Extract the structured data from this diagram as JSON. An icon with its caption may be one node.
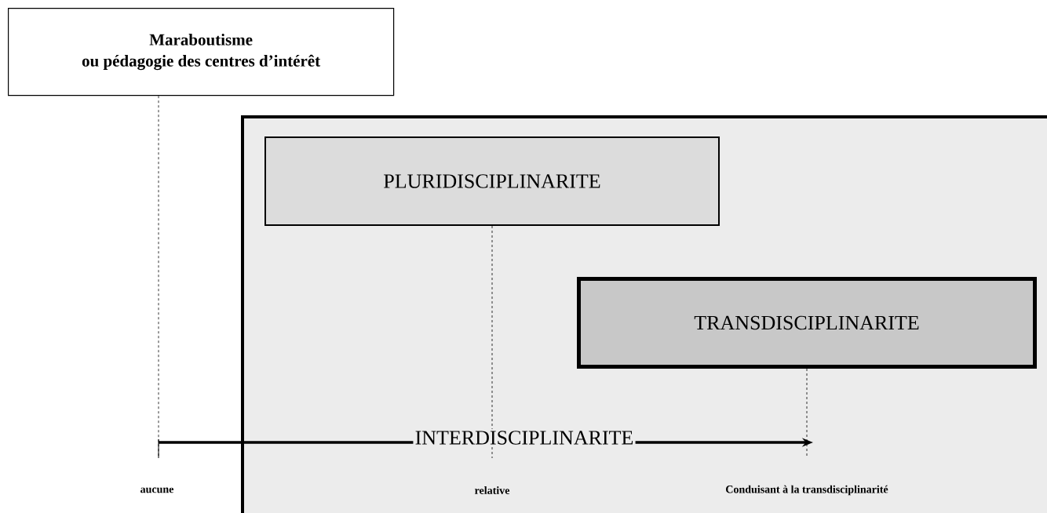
{
  "diagram": {
    "nodes": [
      {
        "text": [
          "Maraboutisme",
          "ou pédagogie des centres d’intérêt"
        ]
      },
      {
        "text": [],
        "shape": "box"
      },
      {
        "text": [
          "PLURIDISCIPLINARITE"
        ],
        "in": 1
      },
      {
        "text": [
          "TRANSDISCIPLINARITE"
        ],
        "in": 1
      },
      {
        "text": [
          "INTERDISCIPLINARITE"
        ],
        "in": 1
      }
    ],
    "edges": [
      {
        "from": 0,
        "to": null,
        "arrow": "none",
        "style": "dashed"
      },
      {
        "from": 2,
        "to": 4,
        "arrow": "none",
        "style": "dashed"
      },
      {
        "from": 3,
        "to": null,
        "arrow": "none",
        "style": "dashed"
      },
      {
        "from": null,
        "to": 4,
        "arrow": "none",
        "style": "thick"
      },
      {
        "from": 4,
        "to": null,
        "arrow": "to",
        "style": "thick"
      }
    ],
    "labels": [
      "aucune",
      "relative",
      "Conduisant à la transdisciplinarité"
    ]
  }
}
